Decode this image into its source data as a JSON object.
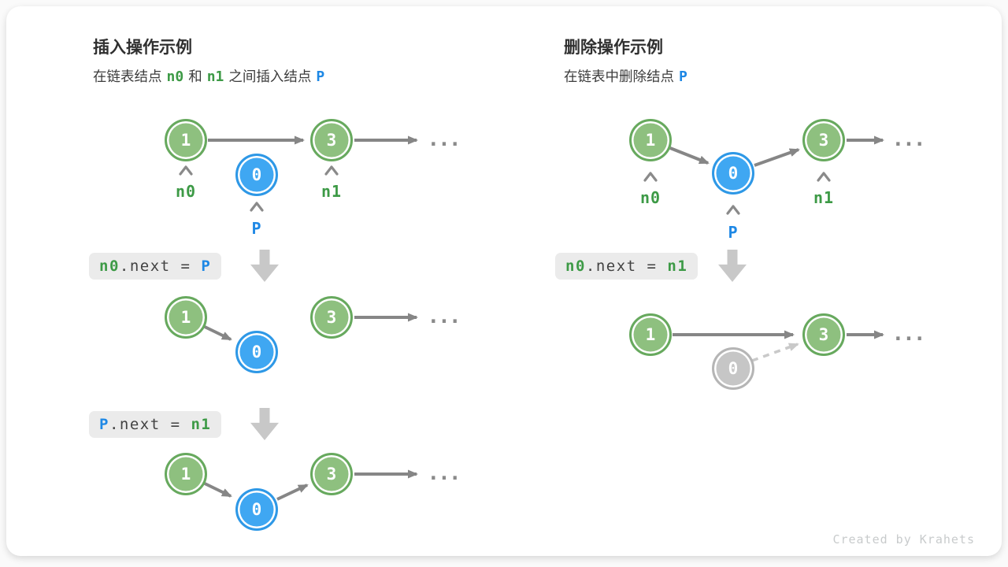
{
  "insert": {
    "title": "插入操作示例",
    "subtitle": {
      "t1": "在链表结点",
      "v1": "n0",
      "t2": "和",
      "v2": "n1",
      "t3": "之间插入结点",
      "v3": "P"
    },
    "code_step1": {
      "lhs": "n0",
      "mid": ".next = ",
      "rhs": "P"
    },
    "code_step2": {
      "lhs": "P",
      "mid": ".next = ",
      "rhs": "n1"
    }
  },
  "delete": {
    "title": "删除操作示例",
    "subtitle": {
      "t1": "在链表中删除结点",
      "v1": "P"
    },
    "code_step1": {
      "lhs": "n0",
      "mid": ".next = ",
      "rhs": "n1"
    }
  },
  "node_values": {
    "one": "1",
    "zero": "0",
    "three": "3"
  },
  "pointer_labels": {
    "n0": "n0",
    "n1": "n1",
    "p": "P"
  },
  "ellipsis": "...",
  "watermark": "Created by Krahets",
  "colors": {
    "green_fill": "#8EC07F",
    "green_border": "#67A95E",
    "green_text": "#3D9A46",
    "blue_fill": "#3FA7F2",
    "blue_border": "#2E98E6",
    "blue_text": "#1E88E5",
    "gray_fill": "#C6C6C6",
    "gray_border": "#B5B5B5",
    "arrow": "#868686",
    "arrow_light": "#C9C9C9",
    "muted": "#8A8A8A",
    "code_bg": "#EBEBEB",
    "text_dark": "#303030",
    "text_sub": "#3C3C3C",
    "text_code": "#424242",
    "block_arrow": "#C8C8C8",
    "watermark": "#C8CBCC"
  }
}
